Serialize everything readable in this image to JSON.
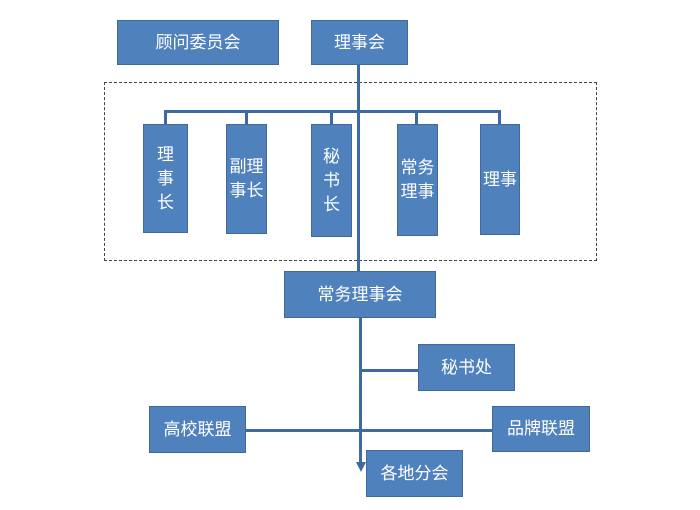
{
  "colors": {
    "box_fill": "#4f81bd",
    "connector": "#3d6aa0",
    "text": "#ffffff"
  },
  "nodes": {
    "advisory_committee": "顾问委员会",
    "council": "理事会",
    "chairman": "理\n事\n长",
    "vice_chairman": "副理\n事长",
    "secretary_general": "秘\n书\n长",
    "executive_director": "常务\n理事",
    "director": "理事",
    "executive_council": "常务理事会",
    "secretariat": "秘书处",
    "university_alliance": "高校联盟",
    "brand_alliance": "品牌联盟",
    "local_branches": "各地分会"
  }
}
